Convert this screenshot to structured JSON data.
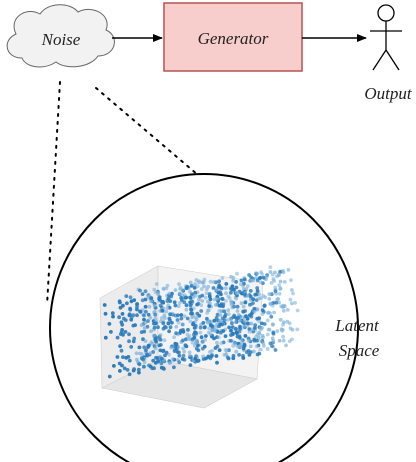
{
  "nodes": {
    "noise": {
      "label": "Noise"
    },
    "generator": {
      "label": "Generator"
    },
    "output": {
      "label": "Output"
    },
    "latent": {
      "line1": "Latent",
      "line2": "Space"
    }
  },
  "colors": {
    "cloud_fill": "#f2f2f2",
    "generator_fill": "#f8cecc",
    "generator_stroke": "#b85450",
    "point": "#2b7bba",
    "point_light": "#7fb3dc",
    "cube_face": "#ececec"
  }
}
